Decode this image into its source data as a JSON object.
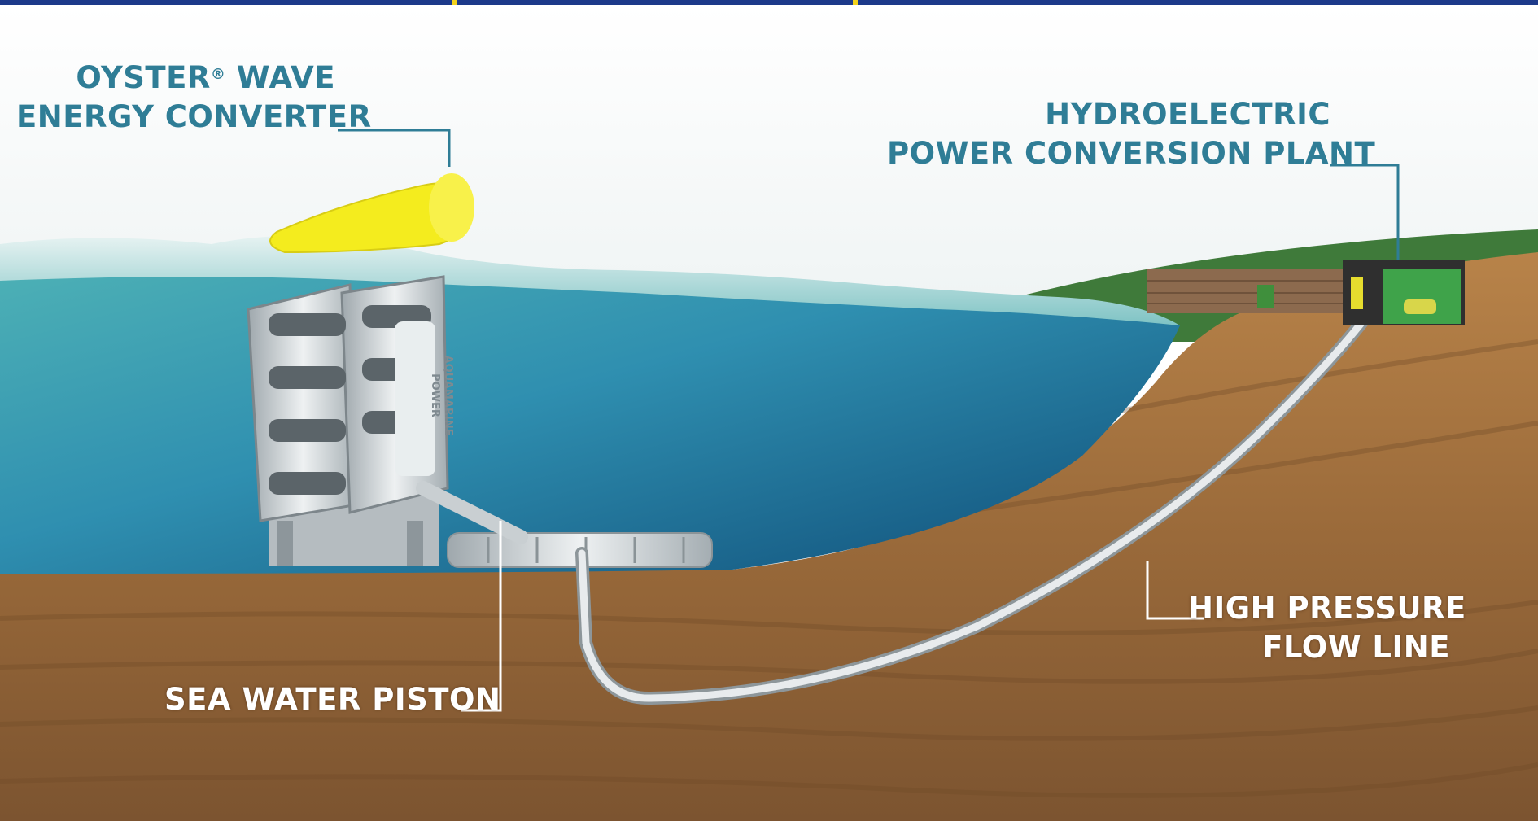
{
  "labels": {
    "oyster": {
      "line1": "OYSTER",
      "reg": "®",
      "line1_rest": " WAVE",
      "line2": "ENERGY CONVERTER"
    },
    "hydro": {
      "line1": "HYDROELECTRIC",
      "line2": "POWER CONVERSION PLANT"
    },
    "flow": {
      "line1": "HIGH PRESSURE",
      "line2": "FLOW LINE"
    },
    "piston": {
      "line1": "SEA WATER PISTON"
    },
    "device_brand": {
      "line1": "AQUAMARINE",
      "line2": "POWER"
    }
  },
  "colors": {
    "topbar": "#1d3a8a",
    "label_blue": "#2f7d96",
    "sea_deep": "#145e8a",
    "sea_light": "#5fc0c8",
    "seabed": "#a0713d",
    "grass": "#3f7a3a",
    "flap_yellow": "#f4ec1e",
    "pipe": "#d9dde0"
  }
}
